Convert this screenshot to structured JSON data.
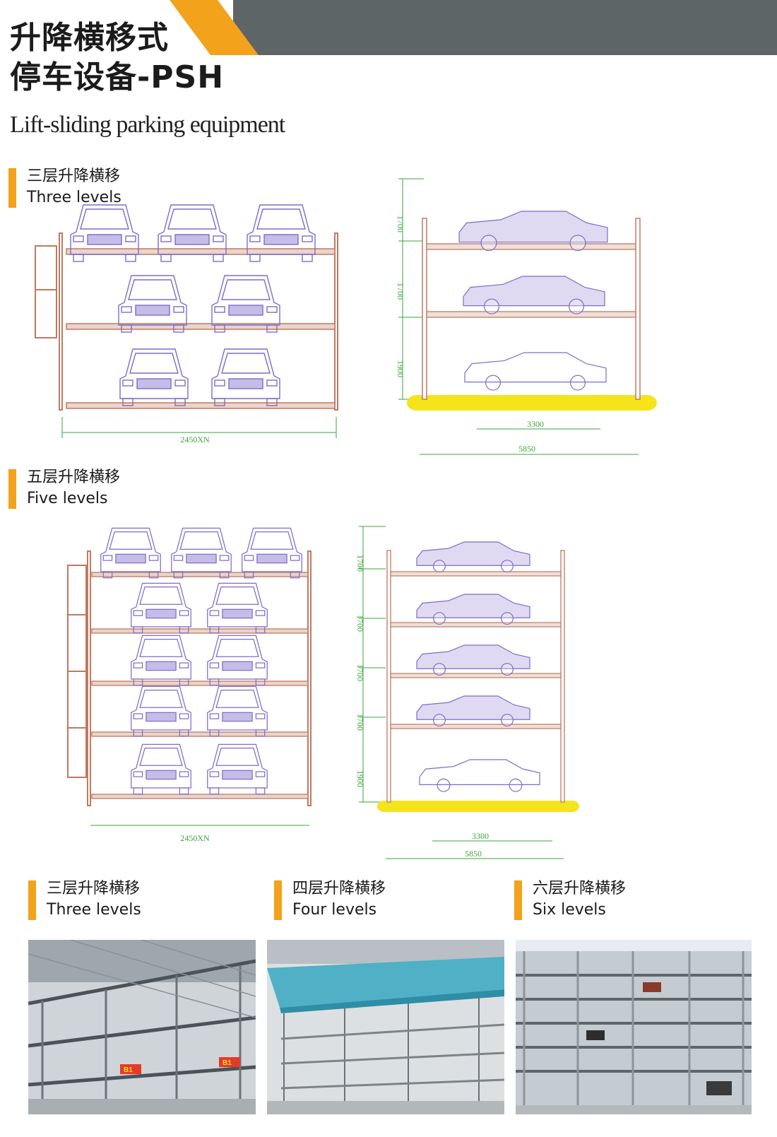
{
  "header": {
    "title_line1": "升降横移式",
    "title_line2": "停车设备-PSH",
    "subtitle": "Lift-sliding parking equipment"
  },
  "colors": {
    "accent": "#f2a21b",
    "band": "#5e6567",
    "frame": "#c07a60",
    "car": "#7e6cc9",
    "dimension": "#3aa53a",
    "ground": "#f5e31c"
  },
  "sections": {
    "three_levels": {
      "zh": "三层升降横移",
      "en": "Three levels"
    },
    "five_levels": {
      "zh": "五层升降横移",
      "en": "Five levels"
    }
  },
  "drawing_three": {
    "front_width_dim": "2450XN",
    "side_level_dims": [
      "1700",
      "1700",
      "1900"
    ],
    "side_platform_dim": "3300",
    "side_total_dim": "5850"
  },
  "drawing_five": {
    "front_width_dim": "2450XN",
    "side_level_dims": [
      "1700",
      "1700",
      "1700",
      "1700",
      "1900"
    ],
    "side_platform_dim": "3300",
    "side_total_dim": "5850"
  },
  "photos": [
    {
      "zh": "三层升降横移",
      "en": "Three levels",
      "icon": "photo-open-canopy-structure"
    },
    {
      "zh": "四层升降横移",
      "en": "Four levels",
      "icon": "photo-blue-roof-structure"
    },
    {
      "zh": "六层升降横移",
      "en": "Six levels",
      "icon": "photo-six-level-building"
    }
  ],
  "photo_signs": [
    "B1",
    "B1"
  ]
}
